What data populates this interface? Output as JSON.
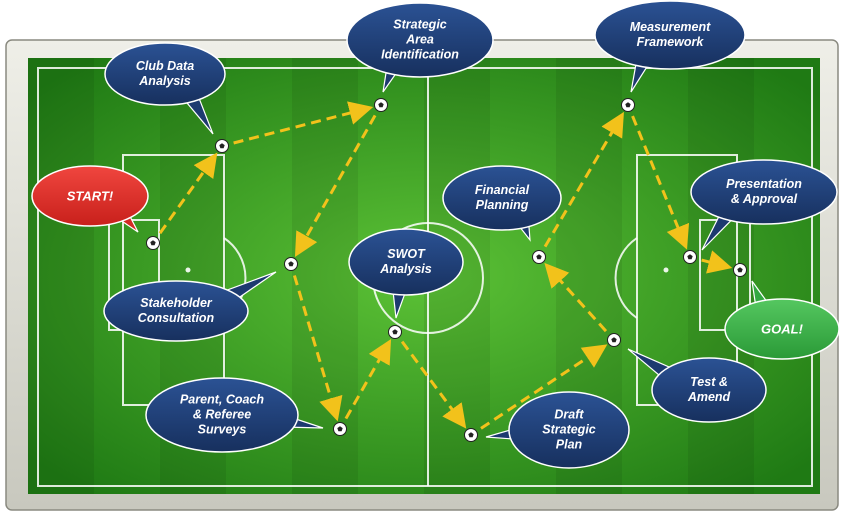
{
  "diagram": {
    "colors": {
      "pitch_dark": "#1f7a14",
      "pitch_light": "#4fb22e",
      "frame": "#d9d9d0",
      "line": "#ffffff",
      "arrow": "#f2c21b",
      "bubble_blue": "#1f3f78",
      "bubble_red": "#e5302a",
      "bubble_green": "#3bb54a"
    },
    "steps": [
      {
        "id": "start",
        "label": "START!",
        "kind": "start"
      },
      {
        "id": "club-data",
        "label": "Club Data\nAnalysis",
        "kind": "step"
      },
      {
        "id": "strategic-area",
        "label": "Strategic\nArea\nIdentification",
        "kind": "step"
      },
      {
        "id": "stakeholder",
        "label": "Stakeholder\nConsultation",
        "kind": "step"
      },
      {
        "id": "surveys",
        "label": "Parent, Coach\n& Referee\nSurveys",
        "kind": "step"
      },
      {
        "id": "swot",
        "label": "SWOT\nAnalysis",
        "kind": "step"
      },
      {
        "id": "draft-plan",
        "label": "Draft\nStrategic\nPlan",
        "kind": "step"
      },
      {
        "id": "test-amend",
        "label": "Test &\nAmend",
        "kind": "step"
      },
      {
        "id": "financial",
        "label": "Financial\nPlanning",
        "kind": "step"
      },
      {
        "id": "measurement",
        "label": "Measurement\nFramework",
        "kind": "step"
      },
      {
        "id": "presentation",
        "label": "Presentation\n& Approval",
        "kind": "step"
      },
      {
        "id": "goal",
        "label": "GOAL!",
        "kind": "goal"
      }
    ],
    "flow": [
      [
        "start",
        "club-data"
      ],
      [
        "club-data",
        "strategic-area"
      ],
      [
        "strategic-area",
        "stakeholder"
      ],
      [
        "stakeholder",
        "surveys"
      ],
      [
        "surveys",
        "swot"
      ],
      [
        "swot",
        "draft-plan"
      ],
      [
        "draft-plan",
        "test-amend"
      ],
      [
        "test-amend",
        "financial"
      ],
      [
        "financial",
        "measurement"
      ],
      [
        "measurement",
        "presentation"
      ],
      [
        "presentation",
        "goal"
      ]
    ]
  }
}
